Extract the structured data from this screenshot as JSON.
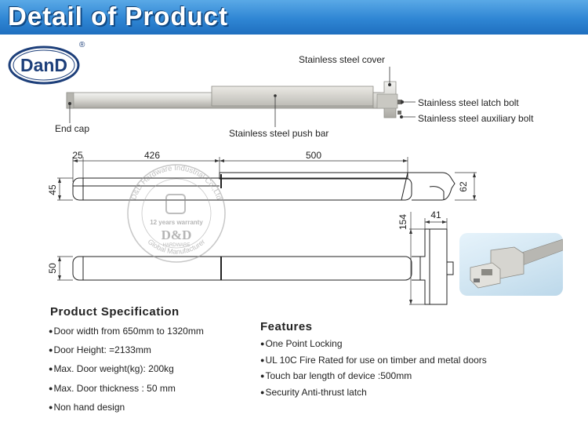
{
  "banner": {
    "title": "Detail of Product"
  },
  "logo": {
    "text": "DanD",
    "registered": "®"
  },
  "callouts": {
    "cover": "Stainless steel cover",
    "latch_bolt": "Stainless steel latch bolt",
    "auxiliary_bolt": "Stainless steel auxiliary bolt",
    "end_cap": "End cap",
    "push_bar": "Stainless steel push bar"
  },
  "dimensions": {
    "d25": "25",
    "d426": "426",
    "d500": "500",
    "d45": "45",
    "d62": "62",
    "d154": "154",
    "d41": "41",
    "d50": "50"
  },
  "watermark": {
    "ring_top": "D&D Hardware Industrial Co.,Ltd",
    "ring_bottom": "Global Manufacturer",
    "years": "12 years warranty",
    "brand": "D&D",
    "sub": "HARDWARE"
  },
  "spec": {
    "title": "Product Specification",
    "items": [
      "Door width from 650mm to 1320mm",
      "Door Height: =2133mm",
      "Max. Door weight(kg): 200kg",
      "Max. Door thickness : 50 mm",
      "Non hand design"
    ]
  },
  "features": {
    "title": "Features",
    "items": [
      "One Point Locking",
      "UL 10C Fire Rated for use on timber and metal doors",
      "Touch bar length of device :500mm",
      "Security Anti-thrust latch"
    ]
  },
  "colors": {
    "banner": "#2f86d4",
    "logo_navy": "#1d3f7a",
    "watermark": "#9a9a9a"
  }
}
